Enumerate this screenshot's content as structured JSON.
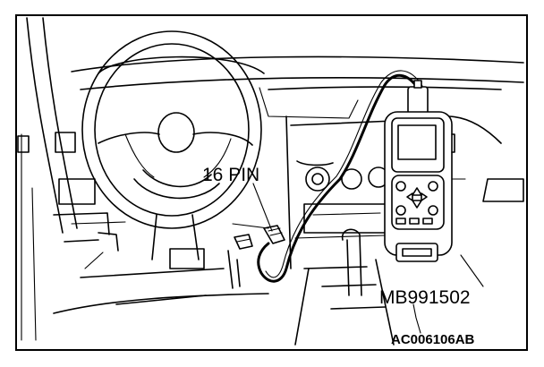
{
  "labels": {
    "connector": "16 PIN",
    "tool": "MB991502",
    "figure_code": "AC006106AB"
  },
  "colors": {
    "line": "#000000",
    "background": "#ffffff"
  }
}
